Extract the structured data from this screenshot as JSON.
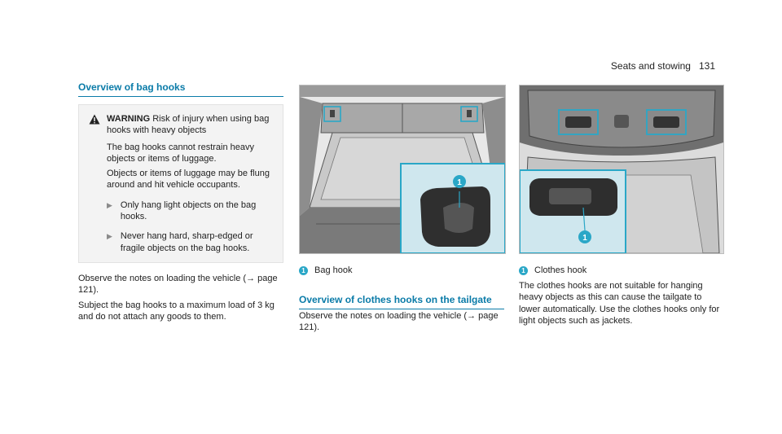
{
  "header": {
    "section": "Seats and stowing",
    "page_number": "131"
  },
  "left": {
    "title": "Overview of bag hooks",
    "warning": {
      "label": "WARNING",
      "heading_text": "Risk of injury when using bag hooks with heavy objects",
      "para1": "The bag hooks cannot restrain heavy objects or items of luggage.",
      "para2": "Objects or items of luggage may be flung around and hit vehicle occupants.",
      "bullets": [
        "Only hang light objects on the bag hooks.",
        "Never hang hard, sharp-edged or fragile objects on the bag hooks."
      ]
    },
    "para1": "Observe the notes on loading the vehicle (→ page 121).",
    "para2": "Subject the bag hooks to a maximum load of 3 kg and do not attach any goods to them."
  },
  "middle": {
    "callout_num": "1",
    "callout_label": "Bag hook",
    "title": "Overview of clothes hooks on the tailgate",
    "text": "Observe the notes on loading the vehicle (→ page 121)."
  },
  "right": {
    "callout_num": "1",
    "callout_label": "Clothes hook",
    "text": "The clothes hooks are not suitable for hanging heavy objects as this can cause the tailgate to lower automatically. Use the clothes hooks only for light objects such as jackets."
  },
  "colors": {
    "accent": "#0a7ba8",
    "highlight": "#2aa7c7",
    "warning_bg": "#f3f3f3"
  }
}
